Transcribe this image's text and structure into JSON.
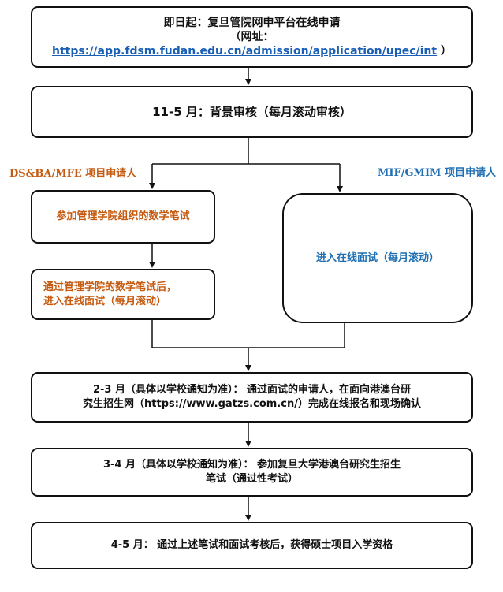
{
  "steps": {
    "start": {
      "line1": "即日起：复旦管院网申平台在线申请",
      "line2": "（网址：",
      "url": "https://app.fdsm.fudan.edu.cn/admission/application/upec/int",
      "close": "）"
    },
    "background": "11-5 月：背景审核（每月滚动审核）",
    "ds_label": "DS&BA/MFE 项目申请人",
    "mif_label": "MIF/GMIM 项目申请人",
    "math_test": "参加管理学院组织的数学笔试",
    "after_test": {
      "line1": "通过管理学院的数学笔试后，",
      "line2": "进入在线面试（每月滚动）"
    },
    "interview": "进入在线面试（每月滚动）",
    "registration": {
      "line1": "2-3 月（具体以学校通知为准）：  通过面试的申请人，在面向港澳台研",
      "line2": "究生招生网（https://www.gatzs.com.cn/）完成在线报名和现场确认"
    },
    "exam": {
      "line1": "3-4 月（具体以学校通知为准）：  参加复旦大学港澳台研究生招生",
      "line2": "笔试（通过性考试）"
    },
    "final": "4-5 月：  通过上述笔试和面试考核后，获得硕士项目入学资格"
  },
  "colors": {
    "orange": "#c55a11",
    "blue": "#1f6fb2",
    "link": "#1a5fb4",
    "border": "#111111"
  }
}
